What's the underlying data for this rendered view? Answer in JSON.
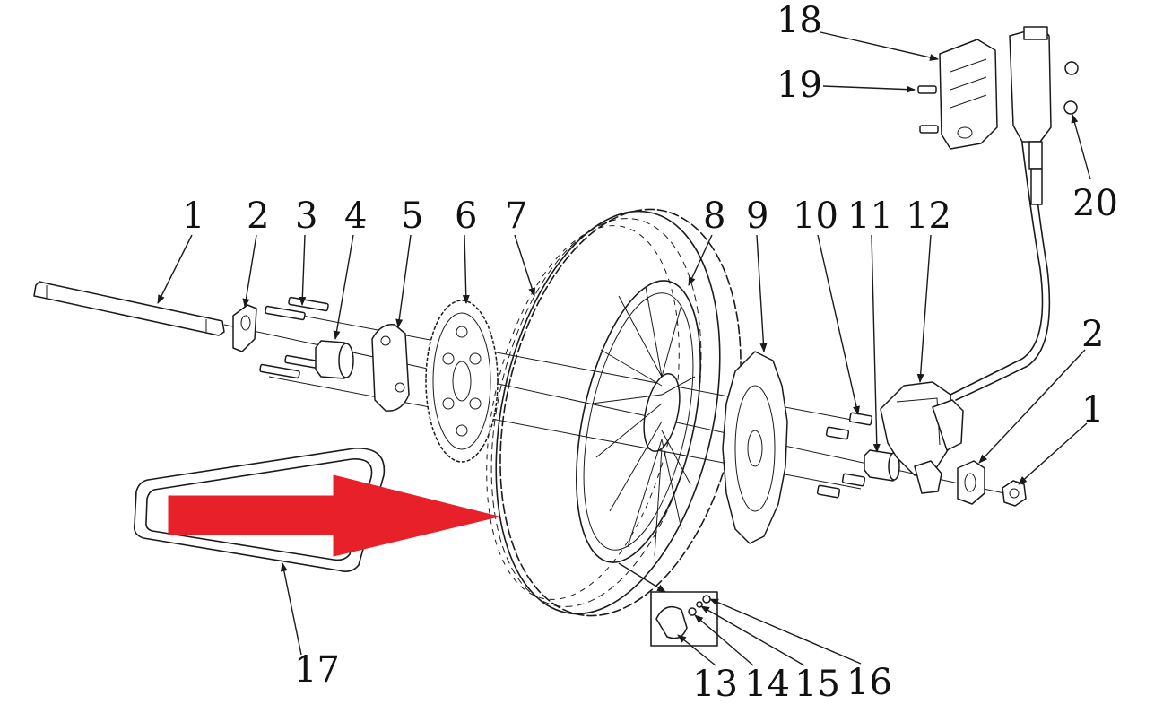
{
  "callouts": [
    {
      "id": "1a",
      "text": "1"
    },
    {
      "id": "2a",
      "text": "2"
    },
    {
      "id": "3",
      "text": "3"
    },
    {
      "id": "4",
      "text": "4"
    },
    {
      "id": "5",
      "text": "5"
    },
    {
      "id": "6",
      "text": "6"
    },
    {
      "id": "7",
      "text": "7"
    },
    {
      "id": "8",
      "text": "8"
    },
    {
      "id": "9",
      "text": "9"
    },
    {
      "id": "10",
      "text": "10"
    },
    {
      "id": "11",
      "text": "11"
    },
    {
      "id": "12",
      "text": "12"
    },
    {
      "id": "2b",
      "text": "2"
    },
    {
      "id": "1b",
      "text": "1"
    },
    {
      "id": "13",
      "text": "13"
    },
    {
      "id": "14",
      "text": "14"
    },
    {
      "id": "15",
      "text": "15"
    },
    {
      "id": "16",
      "text": "16"
    },
    {
      "id": "17",
      "text": "17"
    },
    {
      "id": "18",
      "text": "18"
    },
    {
      "id": "19",
      "text": "19"
    },
    {
      "id": "20",
      "text": "20"
    }
  ],
  "colors": {
    "line": "#1a1a1a",
    "highlight_arrow": "#e8202a",
    "background": "#ffffff"
  }
}
